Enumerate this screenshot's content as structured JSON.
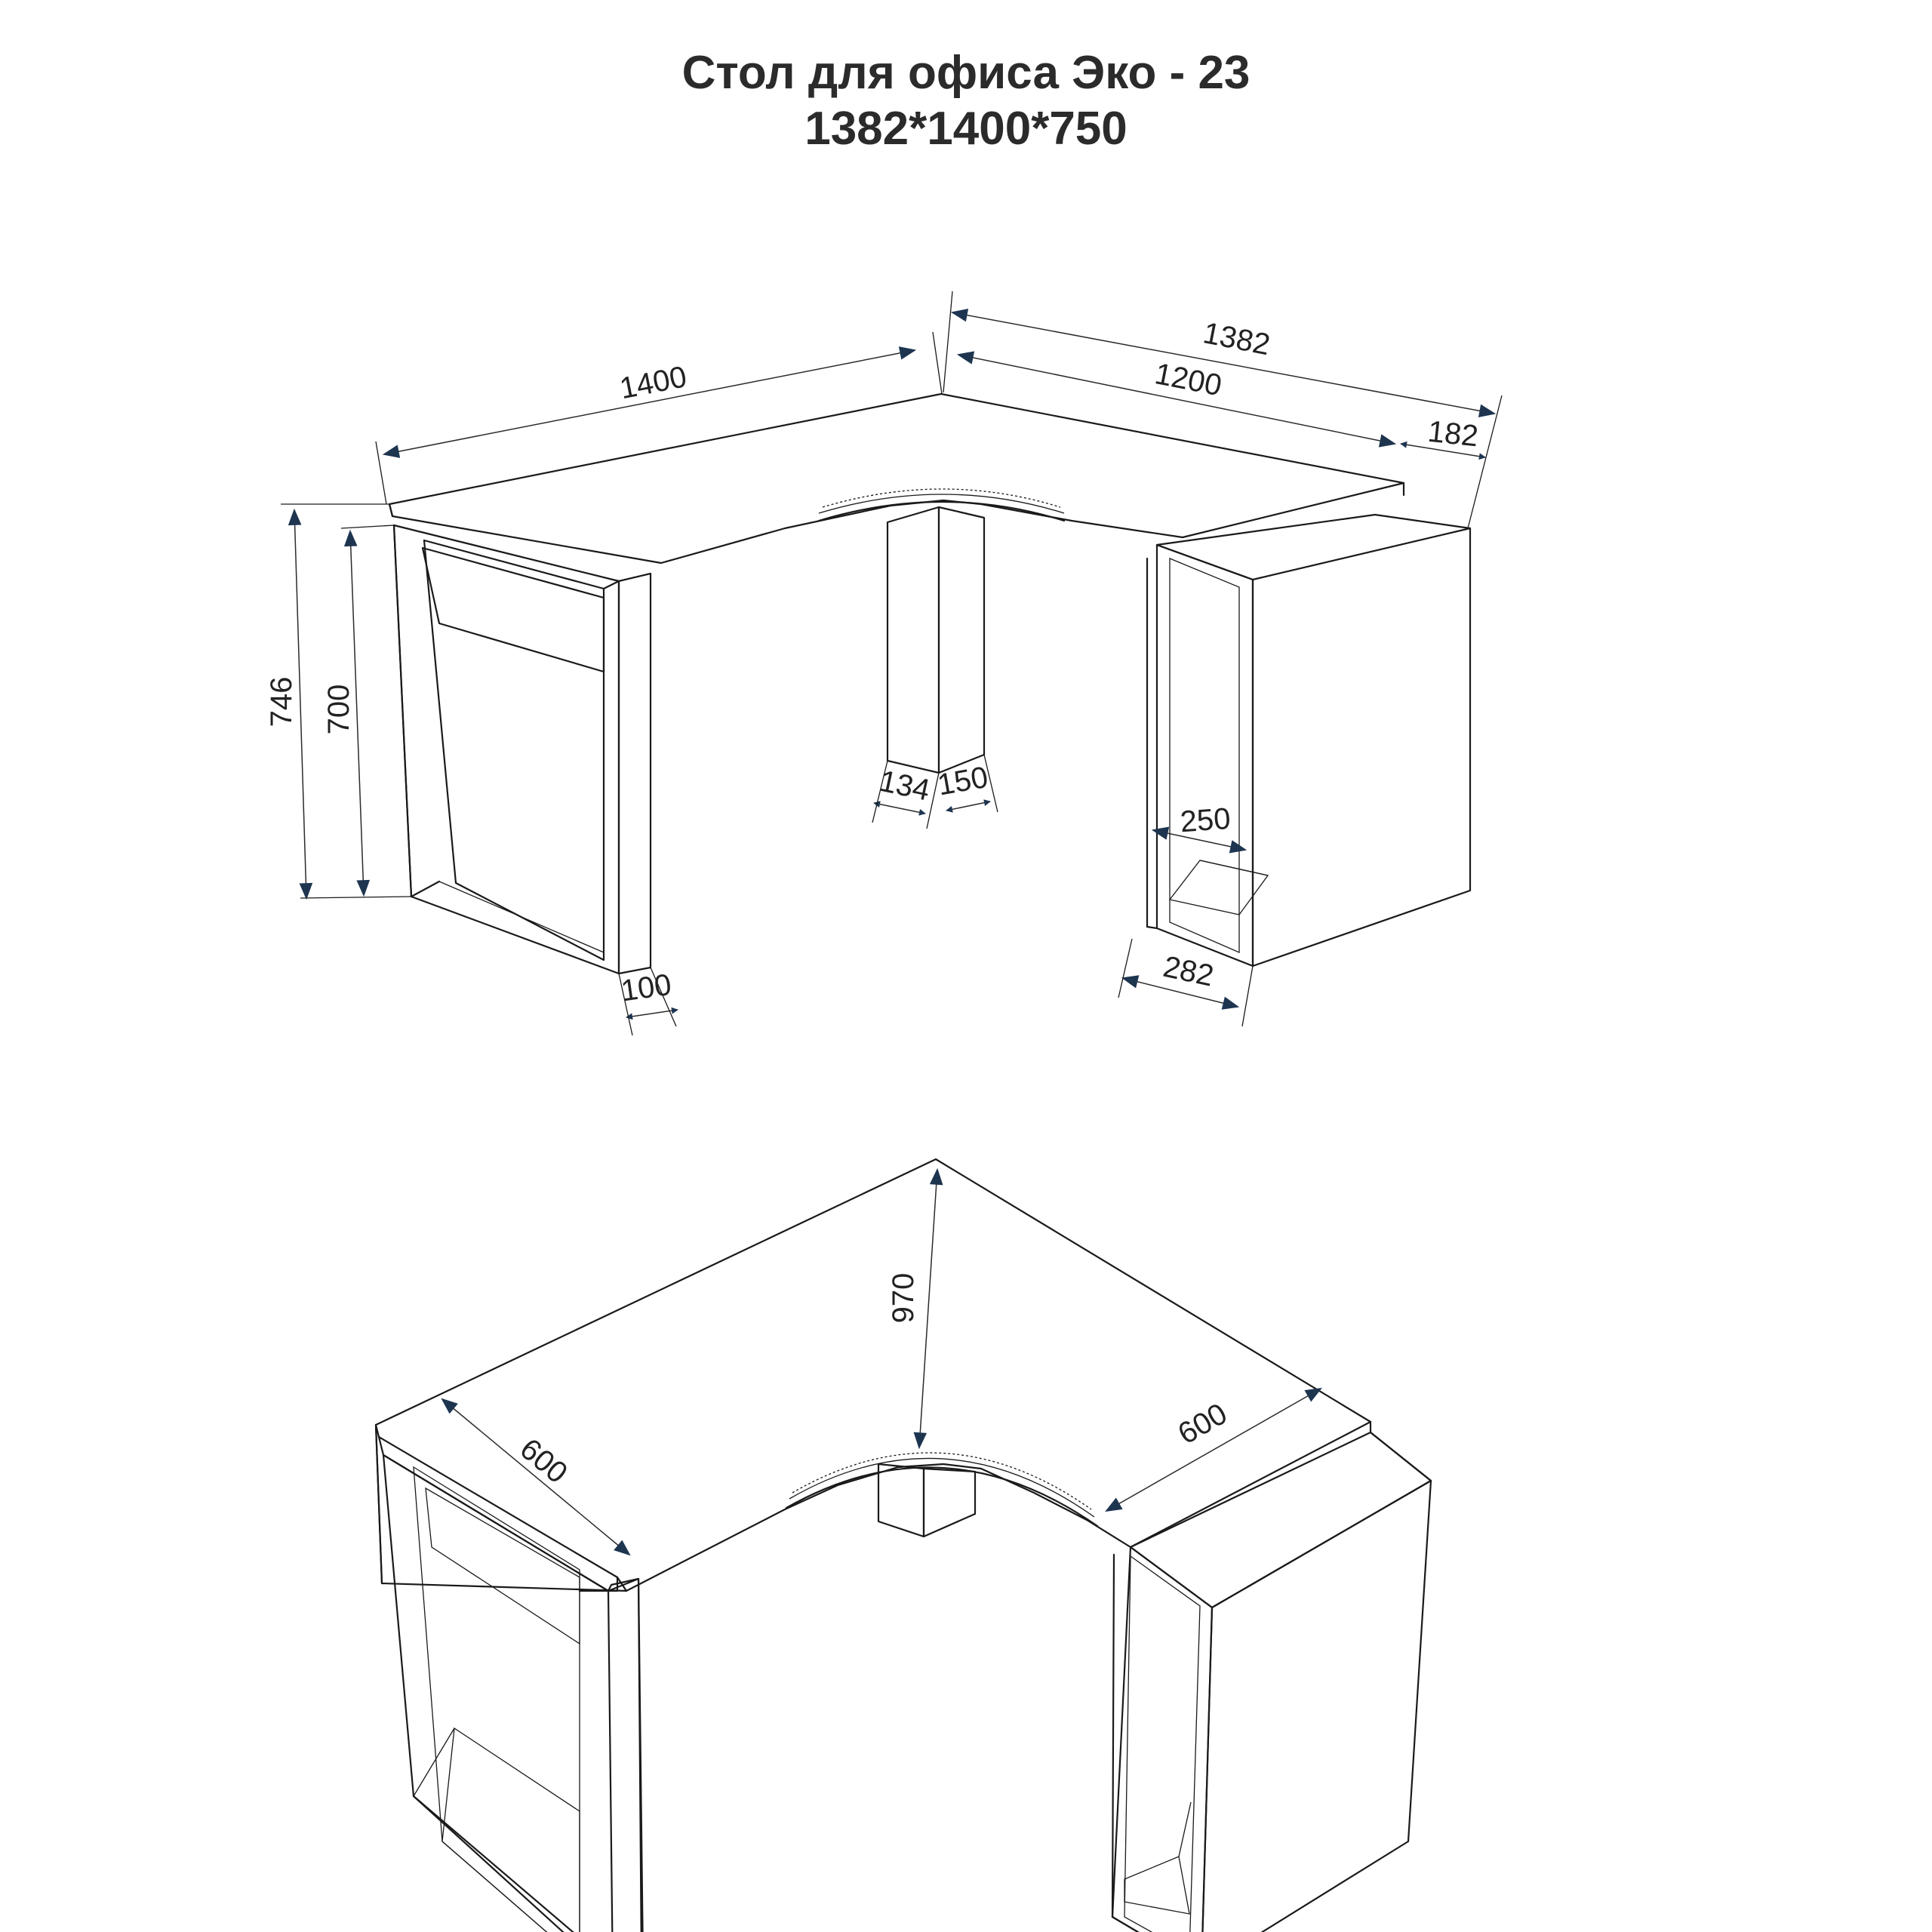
{
  "title": {
    "line1": "Стол для офиса Эко - 23",
    "line2": "1382*1400*750"
  },
  "colors": {
    "line": "#1a1a1a",
    "arrow": "#1e3550",
    "text": "#222222"
  },
  "dimensions": {
    "width_top": "1400",
    "depth_total": "1382",
    "depth_main": "1200",
    "extension": "182",
    "height_total": "746",
    "height_leg": "700",
    "leg_thickness": "100",
    "corner_leg_a": "134",
    "corner_leg_b": "150",
    "pedestal_inner": "250",
    "pedestal_width": "282",
    "diagonal": "970",
    "wing_left": "600",
    "wing_right": "600"
  }
}
